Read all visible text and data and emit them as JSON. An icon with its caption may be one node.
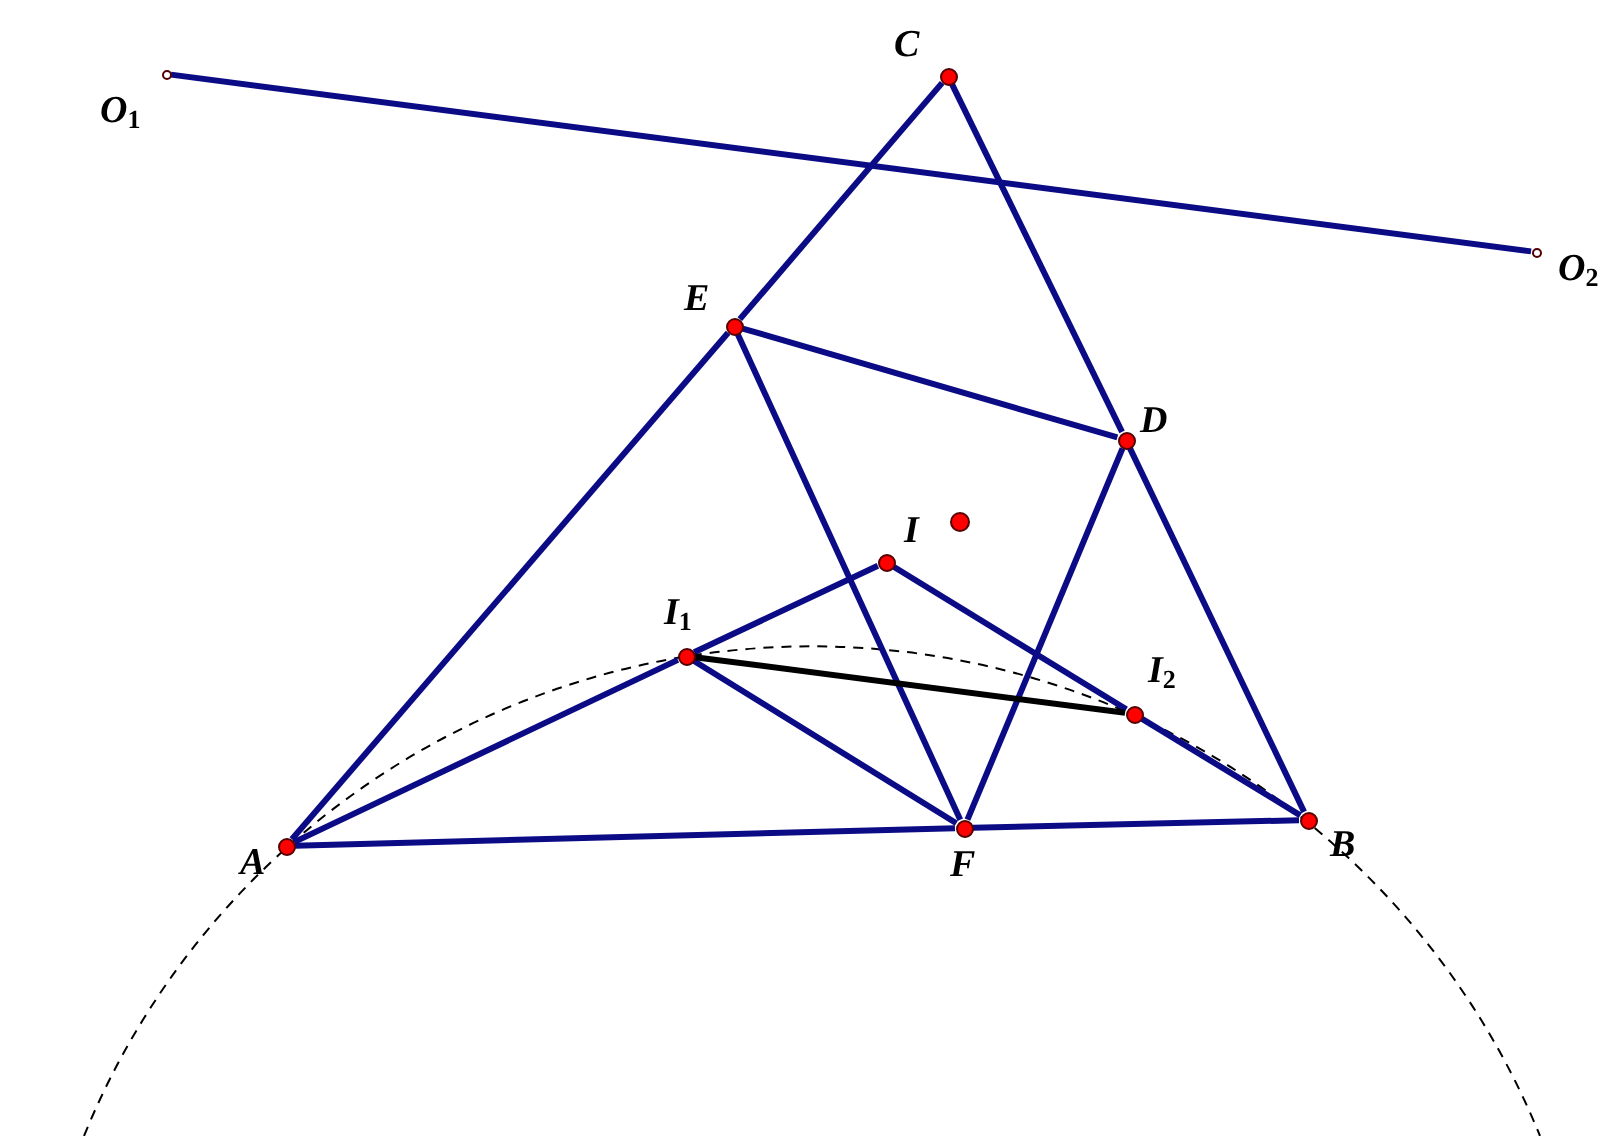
{
  "diagram": {
    "nodes": [
      {
        "text": [
          "O$_{1}$"
        ]
      },
      {
        "text": [
          "O$_{2}$"
        ]
      },
      {
        "text": [
          "C"
        ]
      },
      {
        "text": [
          "E"
        ]
      },
      {
        "text": [
          "D"
        ]
      },
      {
        "text": [
          "I"
        ]
      },
      {
        "text": [
          "I$_{1}$"
        ]
      },
      {
        "text": [
          "I$_{2}$"
        ]
      },
      {
        "text": [
          "A"
        ]
      },
      {
        "text": [
          "F"
        ]
      },
      {
        "text": [
          "B"
        ]
      }
    ],
    "edges": [
      {
        "from": 0,
        "to": 1,
        "arrow": "none"
      },
      {
        "from": 8,
        "to": 3,
        "arrow": "none"
      },
      {
        "from": 3,
        "to": 2,
        "arrow": "none"
      },
      {
        "from": 2,
        "to": 4,
        "arrow": "none"
      },
      {
        "from": 4,
        "to": 10,
        "arrow": "none"
      },
      {
        "from": 8,
        "to": 9,
        "arrow": "none"
      },
      {
        "from": 9,
        "to": 10,
        "arrow": "none"
      },
      {
        "from": 3,
        "to": 4,
        "arrow": "none"
      },
      {
        "from": 3,
        "to": 9,
        "arrow": "none"
      },
      {
        "from": 4,
        "to": 9,
        "arrow": "none"
      },
      {
        "from": 8,
        "to": 6,
        "arrow": "none"
      },
      {
        "from": 6,
        "to": 5,
        "arrow": "none"
      },
      {
        "from": 5,
        "to": 7,
        "arrow": "none"
      },
      {
        "from": 7,
        "to": 10,
        "arrow": "none"
      },
      {
        "from": 6,
        "to": 9,
        "arrow": "none"
      },
      {
        "from": 6,
        "to": 7,
        "arrow": "none",
        "color": "#000000"
      }
    ]
  }
}
